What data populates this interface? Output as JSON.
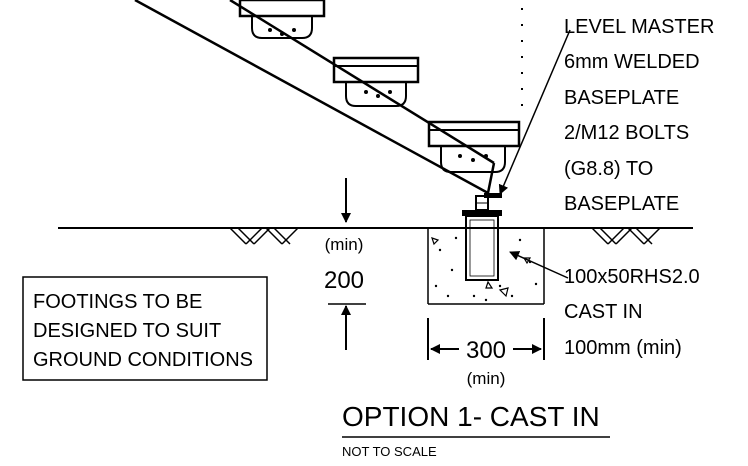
{
  "callouts": {
    "baseplate": [
      "LEVEL MASTER",
      "6mm WELDED",
      "BASEPLATE",
      "2/M12 BOLTS",
      "(G8.8) TO",
      "BASEPLATE"
    ],
    "rhs": [
      "100x50RHS2.0",
      "CAST IN",
      "100mm (min)"
    ]
  },
  "footing_note": [
    "FOOTINGS TO BE",
    "DESIGNED TO SUIT",
    "GROUND CONDITIONS"
  ],
  "dimensions": {
    "depth_qualifier": "(min)",
    "depth_value": "200",
    "width_value": "300",
    "width_qualifier": "(min)"
  },
  "title": {
    "main": "OPTION 1- CAST IN",
    "sub": "NOT TO SCALE"
  }
}
